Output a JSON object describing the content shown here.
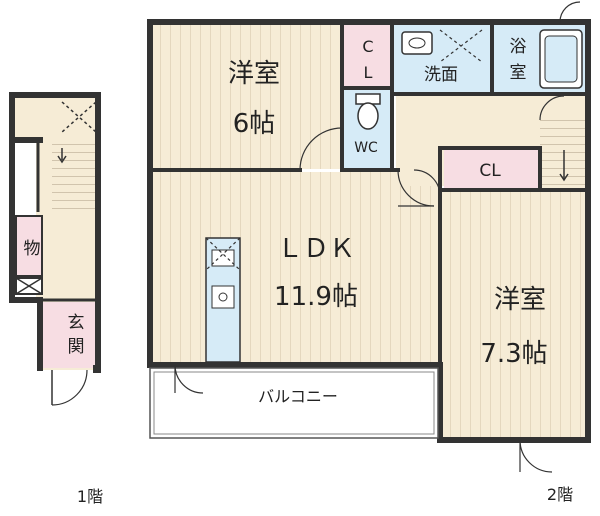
{
  "rooms": {
    "western_room_1": {
      "name": "洋室",
      "size": "6帖"
    },
    "ldk": {
      "name": "ＬＤＫ",
      "size": "11.9帖"
    },
    "western_room_2": {
      "name": "洋室",
      "size": "7.3帖"
    },
    "closet_1": {
      "line1": "C",
      "line2": "L"
    },
    "closet_2": {
      "label": "CL"
    },
    "wc": {
      "label": "WC"
    },
    "washroom": {
      "label": "洗面"
    },
    "bathroom": {
      "line1": "浴",
      "line2": "室"
    },
    "balcony": {
      "label": "バルコニー"
    },
    "storage": {
      "label": "物"
    },
    "entrance": {
      "line1": "玄",
      "line2": "関"
    }
  },
  "floors": {
    "first": "1階",
    "second": "2階"
  },
  "colors": {
    "flooring": "#f6ecd6",
    "closet": "#f7dde3",
    "wet_area": "#d6ebf7",
    "wall": "#333333"
  }
}
